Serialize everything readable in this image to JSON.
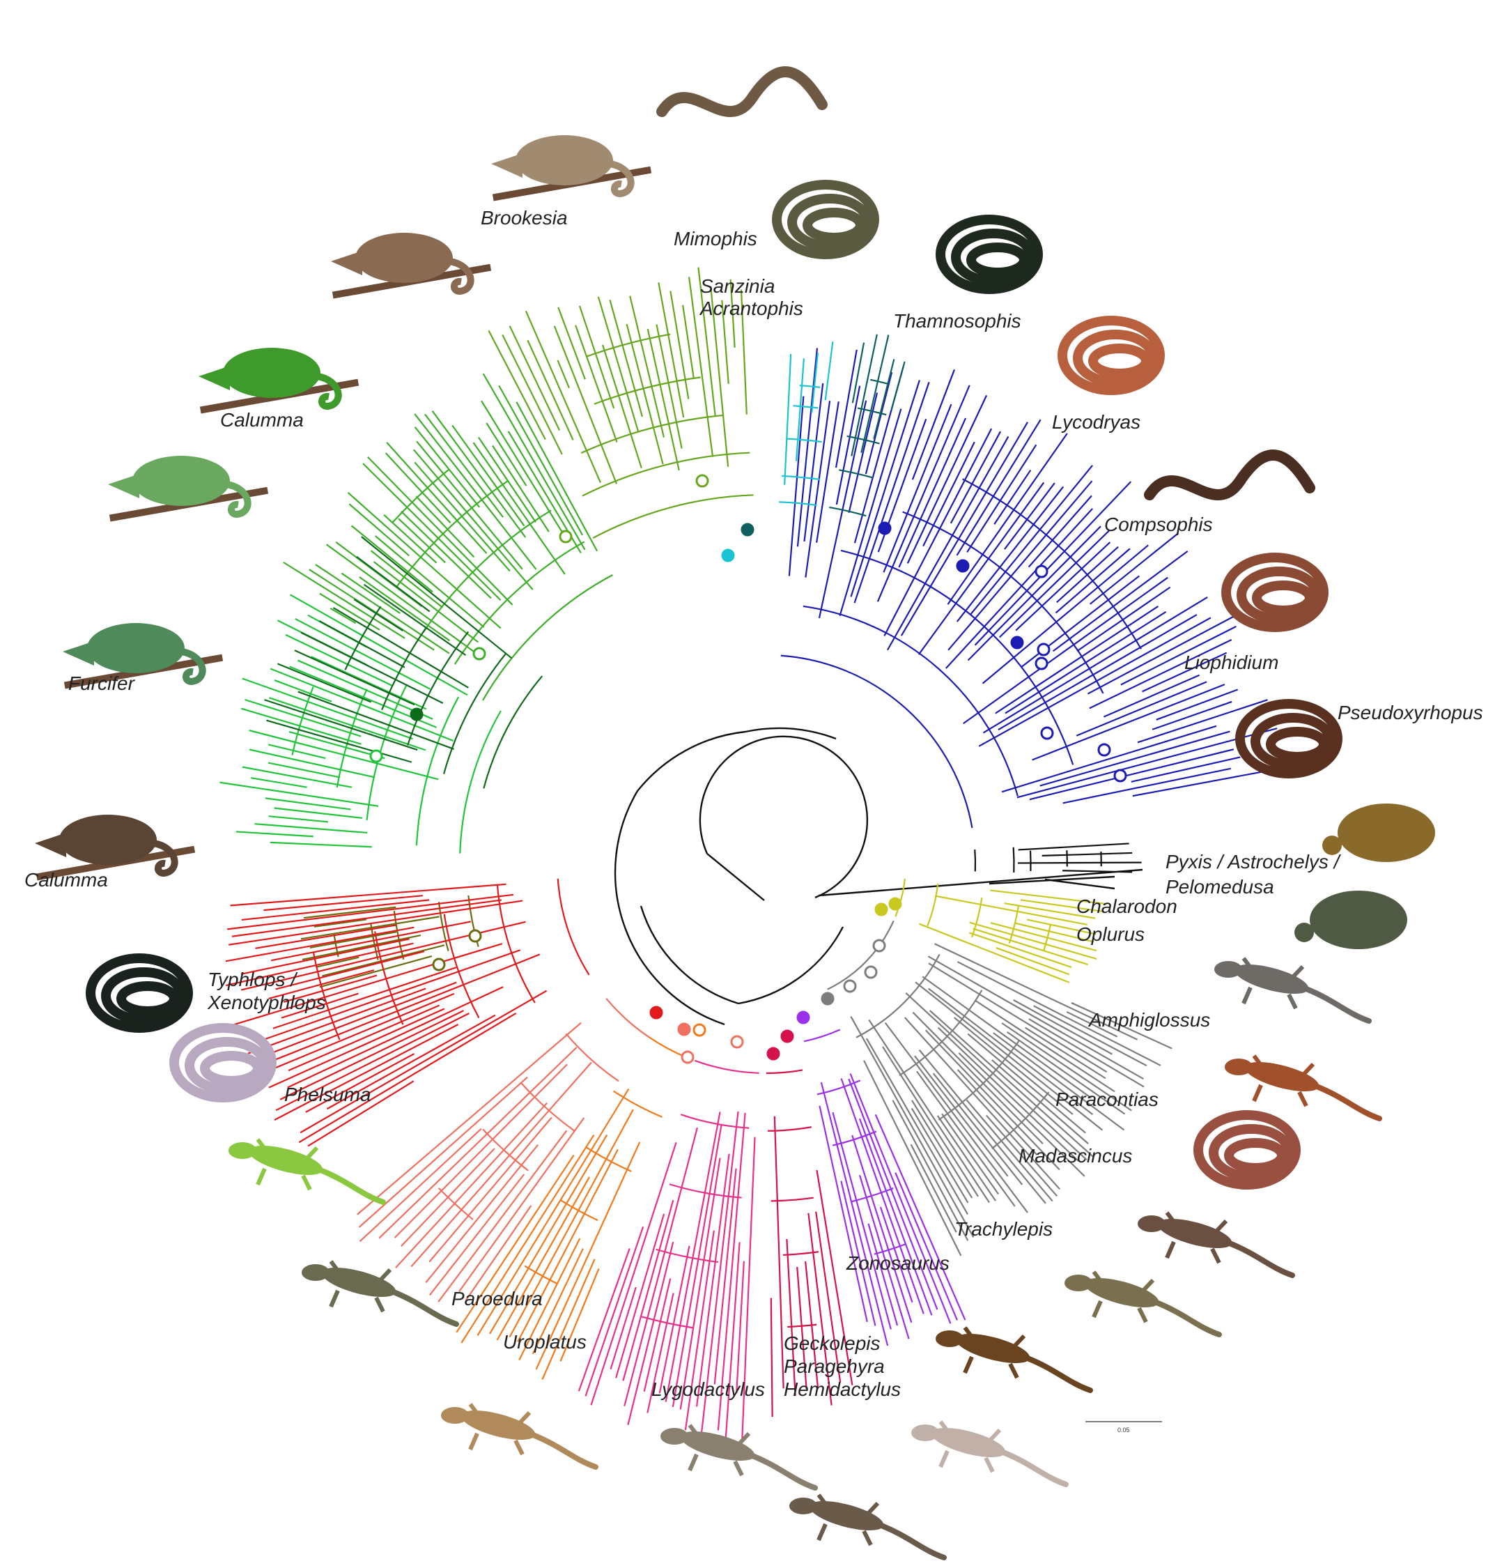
{
  "figure": {
    "scale_bar_label": "0.05"
  },
  "clades": [
    {
      "id": "cham-dark",
      "color": "#66a61e",
      "n": 26
    },
    {
      "id": "cham-mid",
      "color": "#3fae2a",
      "n": 40
    },
    {
      "id": "cham-light",
      "color": "#21c43a",
      "n": 28
    },
    {
      "id": "cham-deep",
      "color": "#0f6b1c",
      "n": 12
    },
    {
      "id": "typhlops",
      "color": "#6b6b0f",
      "n": 8
    },
    {
      "id": "phelsuma",
      "color": "#e31a1c",
      "n": 34
    },
    {
      "id": "paroedura",
      "color": "#f07060",
      "n": 14
    },
    {
      "id": "uroplatus",
      "color": "#f07a1c",
      "n": 12
    },
    {
      "id": "lygo",
      "color": "#e8308a",
      "n": 22
    },
    {
      "id": "geckolepis",
      "color": "#d6124a",
      "n": 8
    },
    {
      "id": "zonosaurus",
      "color": "#9b30e8",
      "n": 14
    },
    {
      "id": "skinks",
      "color": "#7d7d7d",
      "n": 46
    },
    {
      "id": "oplurus",
      "color": "#c8c81e",
      "n": 12
    },
    {
      "id": "turtles",
      "color": "#111111",
      "n": 4
    },
    {
      "id": "lamprophiids",
      "color": "#1c1cb4",
      "n": 70
    },
    {
      "id": "boas-teal",
      "color": "#0e5f5f",
      "n": 5
    },
    {
      "id": "boas-cyan",
      "color": "#19c3d2",
      "n": 4
    }
  ],
  "labels": [
    {
      "id": "brookesia",
      "text": "Brookesia"
    },
    {
      "id": "mimophis",
      "text": "Mimophis"
    },
    {
      "id": "sanzinia",
      "text": "Sanzinia"
    },
    {
      "id": "acrantophis",
      "text": "Acrantophis"
    },
    {
      "id": "thamnosophis",
      "text": "Thamnosophis"
    },
    {
      "id": "lycodryas",
      "text": "Lycodryas"
    },
    {
      "id": "compsophis",
      "text": "Compsophis"
    },
    {
      "id": "liophidium",
      "text": "Liophidium"
    },
    {
      "id": "pseudoxyrhopus",
      "text": "Pseudoxyrhopus"
    },
    {
      "id": "pyxis1",
      "text": "Pyxis / Astrochelys /"
    },
    {
      "id": "pyxis2",
      "text": "Pelomedusa"
    },
    {
      "id": "chalarodon",
      "text": "Chalarodon"
    },
    {
      "id": "oplurus",
      "text": "Oplurus"
    },
    {
      "id": "amphiglossus",
      "text": "Amphiglossus"
    },
    {
      "id": "paracontias",
      "text": "Paracontias"
    },
    {
      "id": "madascincus",
      "text": "Madascincus"
    },
    {
      "id": "trachylepis",
      "text": "Trachylepis"
    },
    {
      "id": "zonosaurus",
      "text": "Zonosaurus"
    },
    {
      "id": "geckolepis",
      "text": "Geckolepis"
    },
    {
      "id": "paragehyra",
      "text": "Paragehyra"
    },
    {
      "id": "hemidactylus",
      "text": "Hemidactylus"
    },
    {
      "id": "lygodactylus",
      "text": "Lygodactylus"
    },
    {
      "id": "uroplatus",
      "text": "Uroplatus"
    },
    {
      "id": "paroedura",
      "text": "Paroedura"
    },
    {
      "id": "phelsuma",
      "text": "Phelsuma"
    },
    {
      "id": "typhlops1",
      "text": "Typhlops /"
    },
    {
      "id": "typhlops2",
      "text": "Xenotyphlops"
    },
    {
      "id": "calumma-low",
      "text": "Calumma"
    },
    {
      "id": "furcifer",
      "text": "Furcifer"
    },
    {
      "id": "calumma-up",
      "text": "Calumma"
    }
  ],
  "animals": [
    {
      "id": "brookesia-chameleon",
      "color": "#a08a70",
      "icon": "chameleon"
    },
    {
      "id": "mimophis-snake",
      "color": "#6e5a44",
      "icon": "snake"
    },
    {
      "id": "horned-chameleon",
      "color": "#8a6a50",
      "icon": "chameleon"
    },
    {
      "id": "boa",
      "color": "#5a5a40",
      "icon": "snake-coil"
    },
    {
      "id": "garter-snake",
      "color": "#1e2a1e",
      "icon": "snake-coil"
    },
    {
      "id": "green-chameleon",
      "color": "#3e9a2a",
      "icon": "chameleon"
    },
    {
      "id": "lycodryas-snake",
      "color": "#b8603e",
      "icon": "snake-coil"
    },
    {
      "id": "calumma-green",
      "color": "#6aa860",
      "icon": "chameleon"
    },
    {
      "id": "compsophis-snake",
      "color": "#4a2e22",
      "icon": "snake"
    },
    {
      "id": "liophidium-snake",
      "color": "#8a4a34",
      "icon": "snake-coil"
    },
    {
      "id": "furcifer-chameleon",
      "color": "#4e8a5a",
      "icon": "chameleon"
    },
    {
      "id": "pseudoxyrhopus-snake",
      "color": "#5a3020",
      "icon": "snake-coil"
    },
    {
      "id": "radiated-tortoise",
      "color": "#8a6a2a",
      "icon": "turtle"
    },
    {
      "id": "calumma-brown",
      "color": "#5a4434",
      "icon": "chameleon"
    },
    {
      "id": "pelomedusa",
      "color": "#4e5a44",
      "icon": "turtle"
    },
    {
      "id": "oplurus-lizard",
      "color": "#6e6a66",
      "icon": "lizard"
    },
    {
      "id": "typhlops-black",
      "color": "#1a221e",
      "icon": "snake-coil"
    },
    {
      "id": "amphiglossus-skink",
      "color": "#a0502a",
      "icon": "lizard"
    },
    {
      "id": "xenotyphlops-pink",
      "color": "#b8a8c0",
      "icon": "snake-coil"
    },
    {
      "id": "paracontias-skink",
      "color": "#9a5040",
      "icon": "snake-coil"
    },
    {
      "id": "phelsuma-gecko",
      "color": "#8ac840",
      "icon": "lizard"
    },
    {
      "id": "madascincus-skink",
      "color": "#6a5040",
      "icon": "lizard"
    },
    {
      "id": "trachylepis-skink",
      "color": "#7a7050",
      "icon": "lizard"
    },
    {
      "id": "paroedura-gecko",
      "color": "#6a6a50",
      "icon": "lizard"
    },
    {
      "id": "zonosaurus-lizard",
      "color": "#6a4420",
      "icon": "lizard"
    },
    {
      "id": "uroplatus-gecko",
      "color": "#b08a5a",
      "icon": "lizard"
    },
    {
      "id": "lygodactylus-gecko",
      "color": "#8a8070",
      "icon": "lizard"
    },
    {
      "id": "hemidactylus-gecko",
      "color": "#c0b0a8",
      "icon": "lizard"
    },
    {
      "id": "paragehyra-gecko",
      "color": "#6a5a4a",
      "icon": "lizard"
    }
  ]
}
